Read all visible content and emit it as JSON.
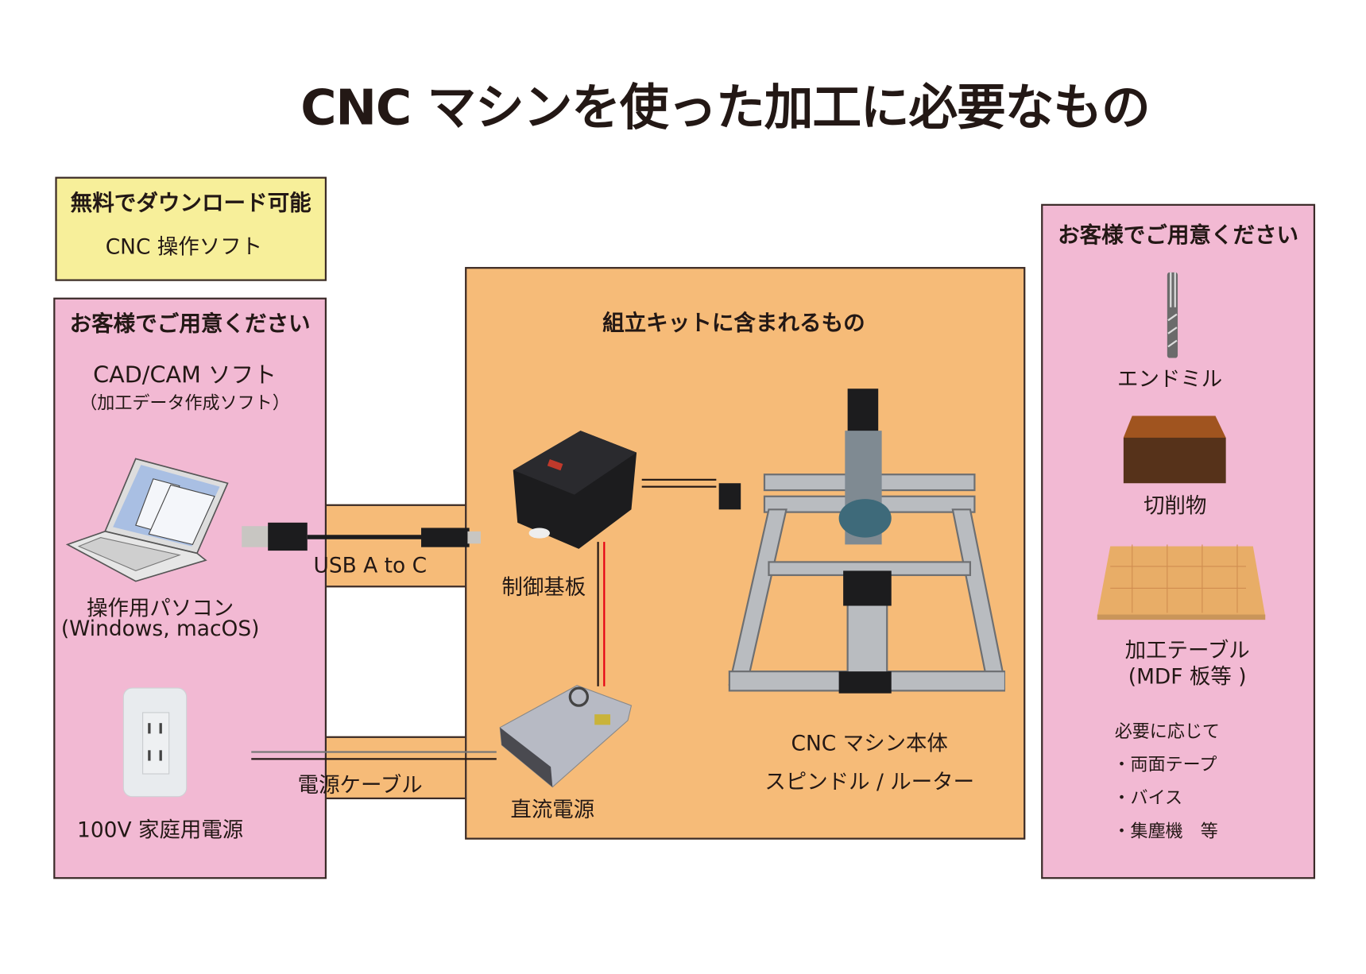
{
  "title": "CNC マシンを使った加工に必要なもの",
  "free_box": {
    "heading": "無料でダウンロード可能",
    "item": "CNC 操作ソフト"
  },
  "left_box": {
    "heading": "お客様でご用意ください",
    "cad_label": "CAD/CAM ソフト",
    "cad_sub": "（加工データ作成ソフト）",
    "pc_label": "操作用パソコン",
    "pc_sub": "(Windows, macOS)",
    "outlet_label": "100V 家庭用電源"
  },
  "connectors": {
    "usb": "USB A to C",
    "power_cable": "電源ケーブル"
  },
  "kit_box": {
    "heading": "組立キットに含まれるもの",
    "board_label": "制御基板",
    "psu_label": "直流電源",
    "machine_label": "CNC マシン本体",
    "spindle_label": "スピンドル / ルーター"
  },
  "right_box": {
    "heading": "お客様でご用意ください",
    "endmill_label": "エンドミル",
    "workpiece_label": "切削物",
    "table_label": "加工テーブル",
    "table_sub": "(MDF 板等 )",
    "optional_heading": "必要に応じて",
    "optional_items": [
      "・両面テープ",
      "・バイス",
      "・集塵機　等"
    ]
  },
  "colors": {
    "pink": "#f2b9d3",
    "yellow": "#f7ef9a",
    "orange": "#f6bb78"
  }
}
